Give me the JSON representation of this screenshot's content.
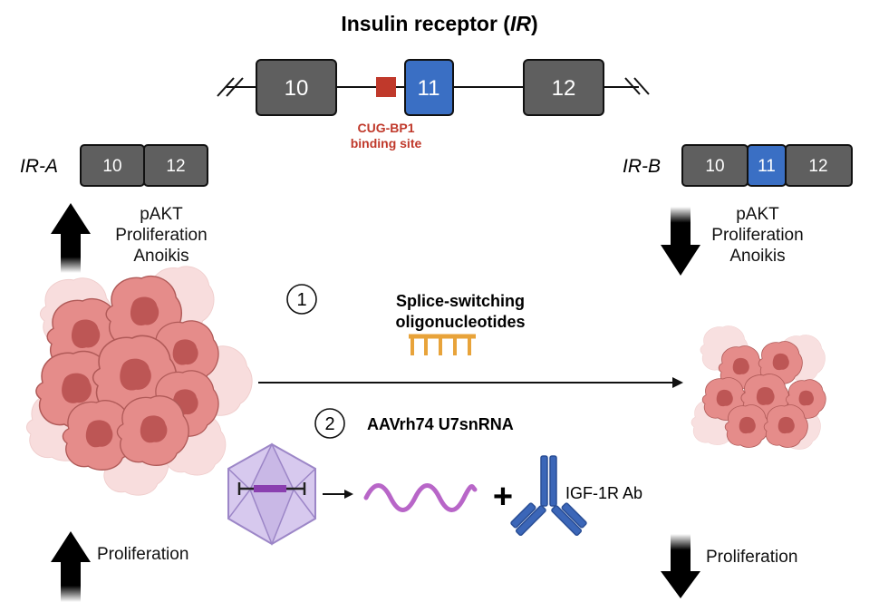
{
  "title": {
    "main": "Insulin receptor (",
    "italic": "IR",
    "close": ")"
  },
  "gene": {
    "exons": [
      "10",
      "11",
      "12"
    ],
    "binding_site_line1": "CUG-BP1",
    "binding_site_line2": "binding site"
  },
  "isoforms": {
    "a_label": "IR-A",
    "a_exons": [
      "10",
      "12"
    ],
    "b_label": "IR-B",
    "b_exons": [
      "10",
      "11",
      "12"
    ]
  },
  "effects": {
    "left_lines": [
      "pAKT",
      "Proliferation",
      "Anoikis"
    ],
    "right_lines": [
      "pAKT",
      "Proliferation",
      "Anoikis"
    ],
    "bottom_left": "Proliferation",
    "bottom_right": "Proliferation"
  },
  "therapy": {
    "step1_number": "1",
    "step1_line1": "Splice-switching",
    "step1_line2": "oligonucleotides",
    "step2_number": "2",
    "step2_label": "AAVrh74 U7snRNA",
    "plus": "+",
    "antibody_label": "IGF-1R Ab"
  },
  "colors": {
    "exon_gray": "#5f5f5f",
    "exon_blue": "#3a6fc4",
    "binding_site": "#c0392b",
    "oligo": "#e8a33a",
    "mrna": "#b866c8",
    "capsid": "#c9b8e6",
    "antibody": "#3b66b8",
    "cell": "#e08583"
  }
}
